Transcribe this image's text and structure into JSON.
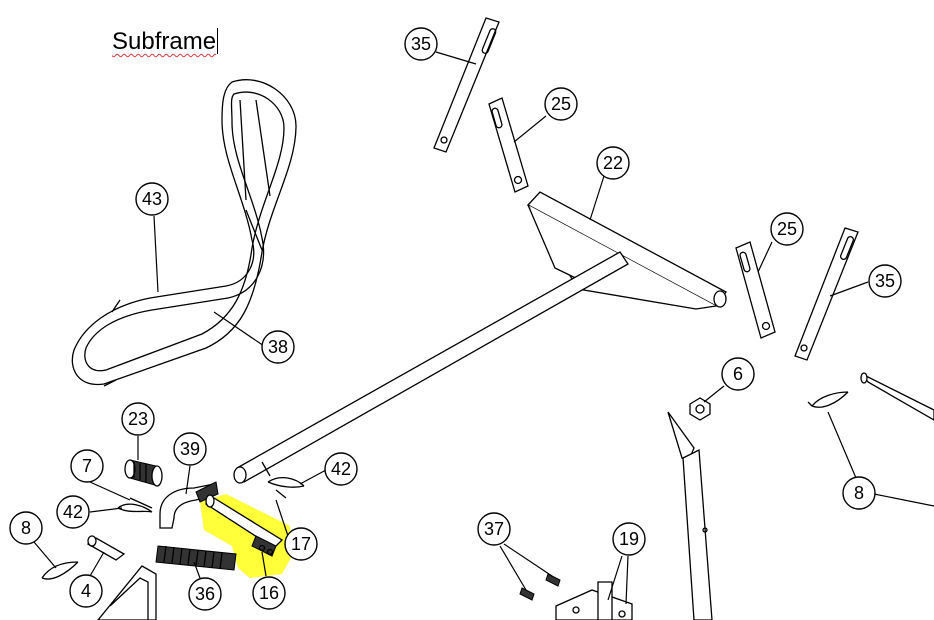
{
  "title": "Subframe",
  "highlight_color": "#ffff3a",
  "callouts": [
    {
      "id": "c35a",
      "label": "35"
    },
    {
      "id": "c25a",
      "label": "25"
    },
    {
      "id": "c22",
      "label": "22"
    },
    {
      "id": "c43",
      "label": "43"
    },
    {
      "id": "c38",
      "label": "38"
    },
    {
      "id": "c25b",
      "label": "25"
    },
    {
      "id": "c35b",
      "label": "35"
    },
    {
      "id": "c6",
      "label": "6"
    },
    {
      "id": "c23",
      "label": "23"
    },
    {
      "id": "c39",
      "label": "39"
    },
    {
      "id": "c7",
      "label": "7"
    },
    {
      "id": "c42a",
      "label": "42"
    },
    {
      "id": "c42b",
      "label": "42"
    },
    {
      "id": "c8a",
      "label": "8"
    },
    {
      "id": "c8b",
      "label": "8"
    },
    {
      "id": "c17",
      "label": "17"
    },
    {
      "id": "c16",
      "label": "16"
    },
    {
      "id": "c36",
      "label": "36"
    },
    {
      "id": "c4",
      "label": "4"
    },
    {
      "id": "c37",
      "label": "37"
    },
    {
      "id": "c19",
      "label": "19"
    }
  ]
}
